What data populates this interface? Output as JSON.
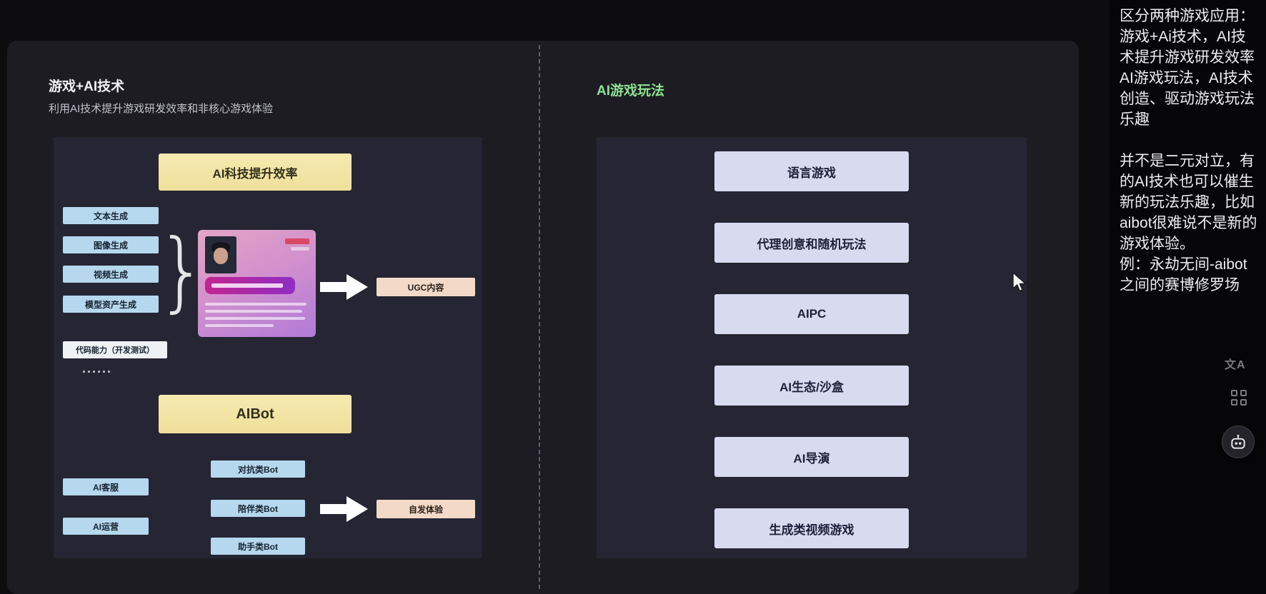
{
  "slide": {
    "left": {
      "title": "游戏+AI技术",
      "subtitle": "利用AI技术提升游戏研发效率和非核心游戏体验",
      "efficiency_header": "AI科技提升效率",
      "gen_items": [
        "文本生成",
        "图像生成",
        "视频生成",
        "模型资产生成"
      ],
      "code_item": "代码能力（开发测试）",
      "brace": "}",
      "dots": "......",
      "ugc_label": "UGC内容",
      "aibot_header": "AIBot",
      "bot_types": [
        "对抗类Bot",
        "陪伴类Bot",
        "助手类Bot"
      ],
      "ai_roles": [
        "AI客服",
        "AI运营"
      ],
      "experience_label": "自发体验"
    },
    "right": {
      "title": "AI游戏玩法",
      "items": [
        "语言游戏",
        "代理创意和随机玩法",
        "AIPC",
        "AI生态/沙盒",
        "AI导演",
        "生成类视频游戏"
      ]
    }
  },
  "notes": {
    "p1": "区分两种游戏应用：",
    "p2": "游戏+Ai技术，AI技术提升游戏研发效率",
    "p3": "AI游戏玩法，AI技术创造、驱动游戏玩法乐趣",
    "p4": "并不是二元对立，有的AI技术也可以催生新的玩法乐趣，比如aibot很难说不是新的游戏体验。",
    "p5": "例：永劫无间-aibot之间的赛博修罗场"
  },
  "icons": {
    "translate_glyph": "文A"
  },
  "colors": {
    "header_yellow": "#f2e4a4",
    "box_blue": "#b5d8ee",
    "box_lavender": "#d8daf0",
    "box_pink": "#f2d9c8",
    "title_green": "#8de393",
    "panel_bg": "#252533",
    "slide_bg": "#1c1c22"
  }
}
